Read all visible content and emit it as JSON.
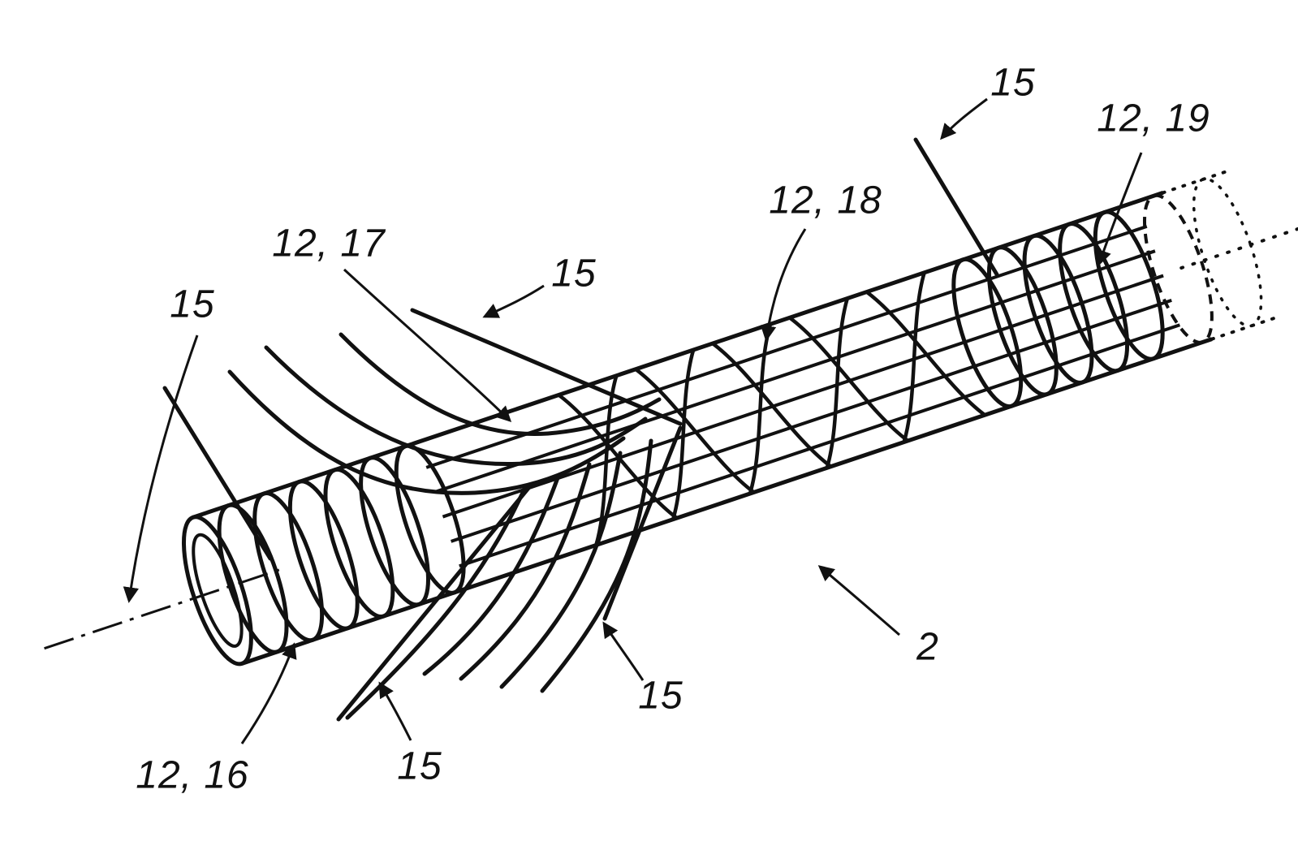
{
  "figure": {
    "kind": "patent-line-drawing",
    "description": "Elongated shaft (2) with helical wire windings and free wire strands",
    "colors": {
      "ink": "#111111",
      "background": "#ffffff"
    },
    "labels": {
      "l15_left": "15",
      "l12_17": "12, 17",
      "l15_upper_mid": "15",
      "l12_18": "12, 18",
      "l15_top_right": "15",
      "l12_19": "12, 19",
      "l2": "2",
      "l15_bottom_center": "15",
      "l15_bottom_left": "15",
      "l12_16": "12, 16"
    }
  }
}
